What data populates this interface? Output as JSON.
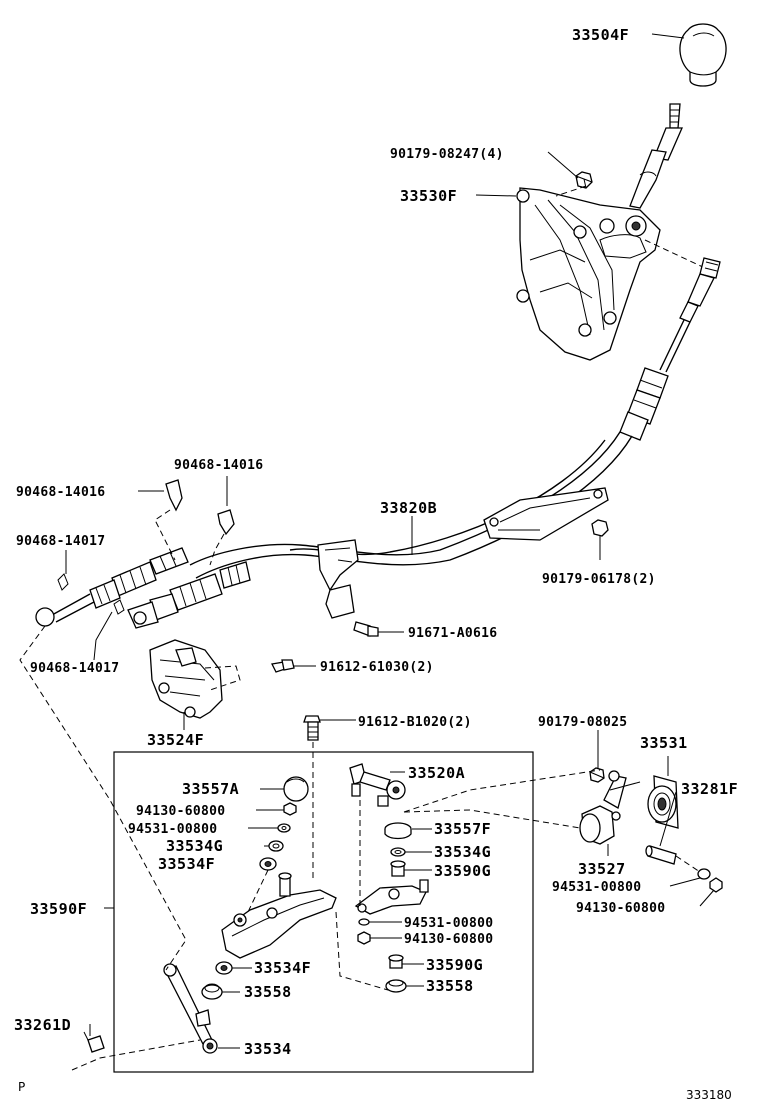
{
  "parts": {
    "p33504F": "33504F",
    "p90179_08247": "90179-08247(4)",
    "p33530F": "33530F",
    "p90468_14016_top": "90468-14016",
    "p90468_14016_left": "90468-14016",
    "p33820B": "33820B",
    "p90468_14017_left": "90468-14017",
    "p90179_06178": "90179-06178(2)",
    "p91671_A0616": "91671-A0616",
    "p90468_14017_bottom": "90468-14017",
    "p91612_61030": "91612-61030(2)",
    "p33524F": "33524F",
    "p91612_B1020": "91612-B1020(2)",
    "p90179_08025": "90179-08025",
    "p33531": "33531",
    "p33557A": "33557A",
    "p33520A": "33520A",
    "p33281F": "33281F",
    "p94130_60800_a": "94130-60800",
    "p94531_00800_a": "94531-00800",
    "p33557F": "33557F",
    "p33534G_a": "33534G",
    "p33534G_b": "33534G",
    "p33534F_a": "33534F",
    "p33590G_a": "33590G",
    "p33527": "33527",
    "p94531_00800_r": "94531-00800",
    "p94130_60800_r": "94130-60800",
    "p33590F": "33590F",
    "p94531_00800_c": "94531-00800",
    "p94130_60800_c": "94130-60800",
    "p33534F_b": "33534F",
    "p33590G_b": "33590G",
    "p33558_a": "33558",
    "p33558_b": "33558",
    "p33261D": "33261D",
    "p33534": "33534"
  },
  "footer": {
    "corner_left": "P",
    "diagram_code": "333180"
  }
}
